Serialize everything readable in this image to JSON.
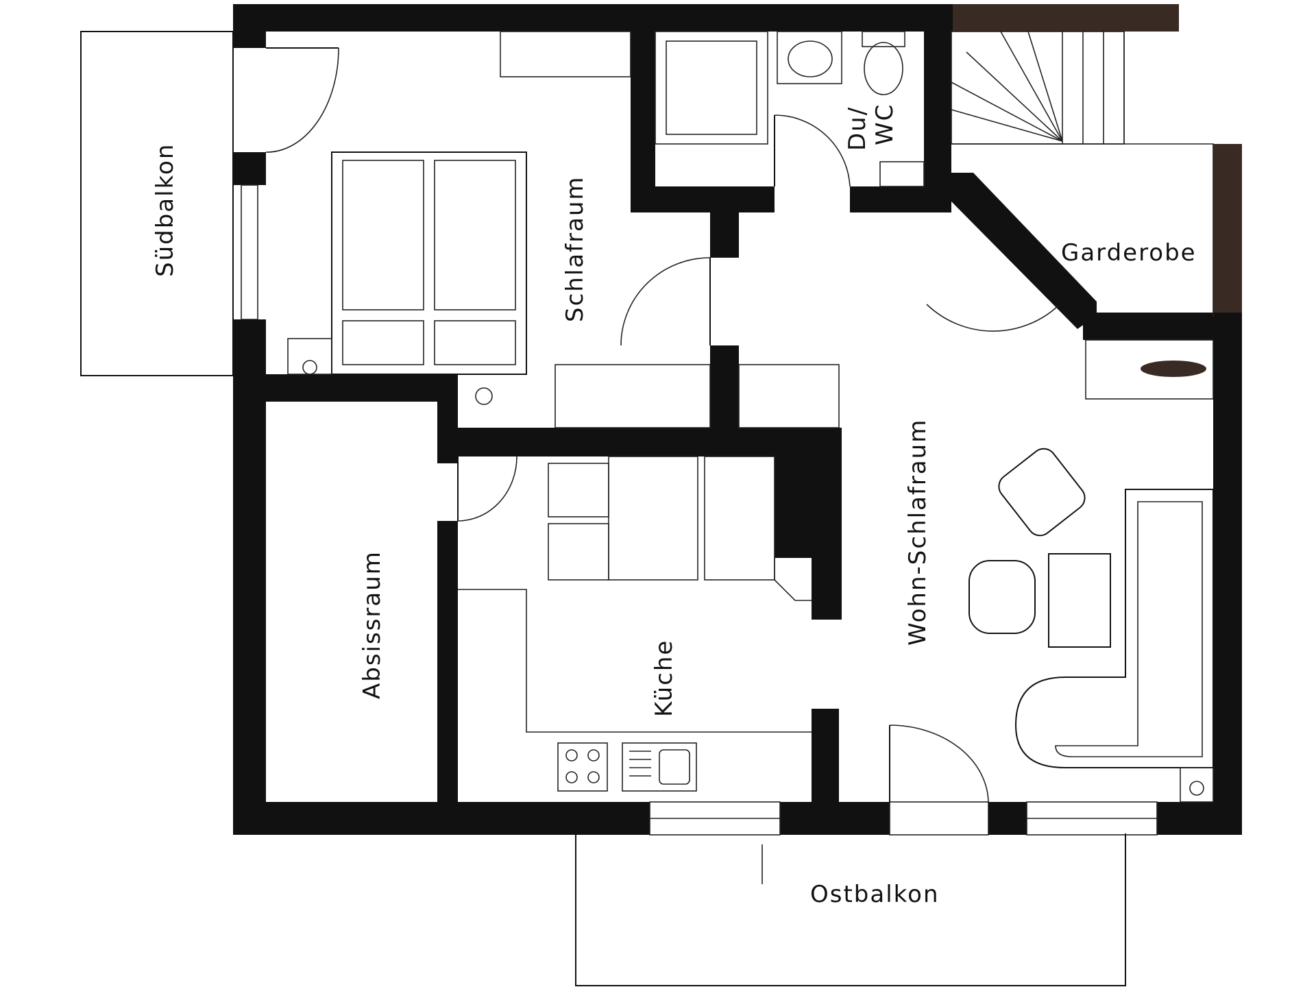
{
  "rooms": {
    "suedbalkon": "Südbalkon",
    "schlafraum": "Schlafraum",
    "du_wc_line1": "Du/",
    "du_wc_line2": "WC",
    "garderobe": "Garderobe",
    "wohn_schlafraum": "Wohn-Schlafraum",
    "abstellraum": "Absissraum",
    "kueche": "Küche",
    "ostbalkon": "Ostbalkon"
  },
  "colors": {
    "wall": "#111111",
    "wall_accent": "#3a2a24",
    "background": "#ffffff"
  }
}
